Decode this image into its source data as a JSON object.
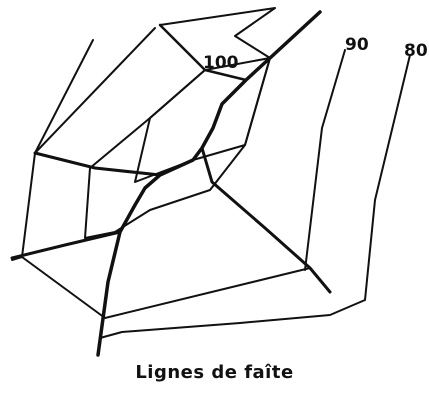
{
  "figure": {
    "contour_labels": [
      "100",
      "90",
      "80"
    ],
    "caption": "Lignes de faîte"
  }
}
